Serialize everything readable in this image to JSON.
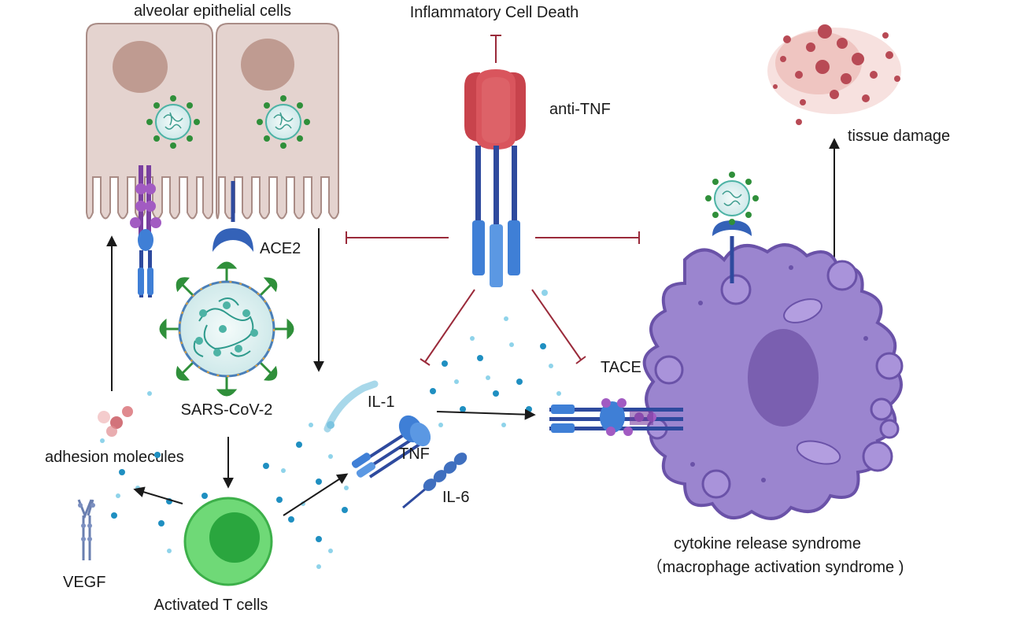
{
  "labels": {
    "alveolar": "alveolar epithelial cells",
    "inflammatory_death": "Inflammatory Cell Death",
    "anti_tnf": "anti-TNF",
    "tissue_damage": "tissue damage",
    "ace2": "ACE2",
    "sars": "SARS-CoV-2",
    "adhesion": "adhesion molecules",
    "il1": "IL-1",
    "tnf": "TNF",
    "il6": "IL-6",
    "tace": "TACE",
    "vegf": "VEGF",
    "tcells": "Activated T cells",
    "crs_line1": "cytokine  release syndrome",
    "crs_line2": "（macrophage activation syndrome )"
  },
  "colors": {
    "inhibit": "#9a2a3a",
    "arrow": "#1a1a1a",
    "cell_fill": "#e4d3cf",
    "cell_stroke": "#a98c86",
    "nucleus": "#b99086",
    "macrophage": "#9b85cf",
    "macrophage_stroke": "#6a52a8",
    "macro_nucleus": "#7a5fb0",
    "antibody_head": "#d24f57",
    "antibody_stem": "#2e4a9e",
    "antibody_fc": "#3f7fd6",
    "tcell_outer": "#5fd06a",
    "tcell_inner": "#2aa63e",
    "virus_spike": "#2f8f3a",
    "virus_core": "#4db3a5",
    "cytokine_dark": "#1f8fc1",
    "cytokine_light": "#8fd3ea",
    "damage": "#b84a55"
  }
}
